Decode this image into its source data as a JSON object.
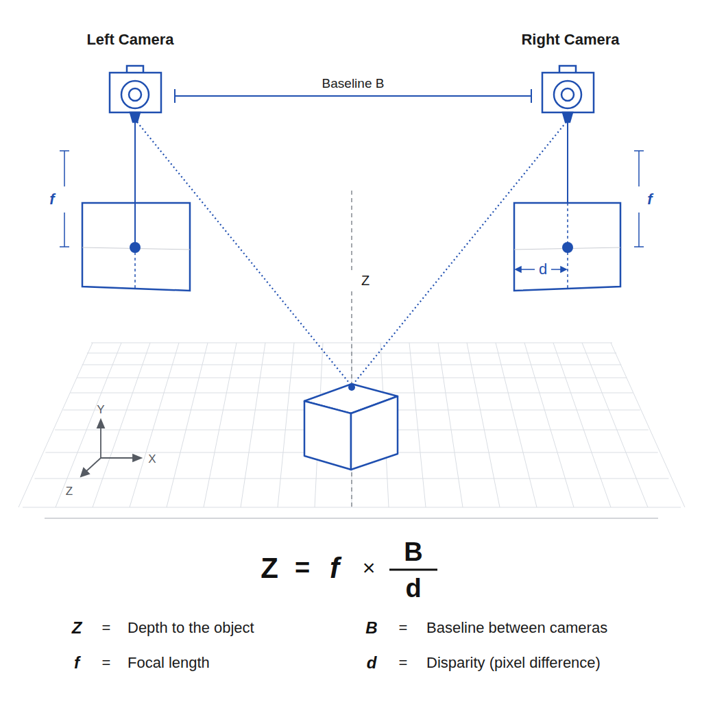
{
  "diagram": {
    "labels": [
      "Left Camera",
      "Right Camera",
      "Baseline B",
      "f",
      "f",
      "d",
      "Z",
      "Y",
      "X",
      "Z",
      "Z",
      "=",
      "f",
      "×",
      "B",
      "d",
      "Z",
      "=",
      "Depth to the object",
      "B",
      "=",
      "Baseline between cameras",
      "f",
      "=",
      "Focal length",
      "d",
      "=",
      "Disparity (pixel difference)"
    ]
  }
}
